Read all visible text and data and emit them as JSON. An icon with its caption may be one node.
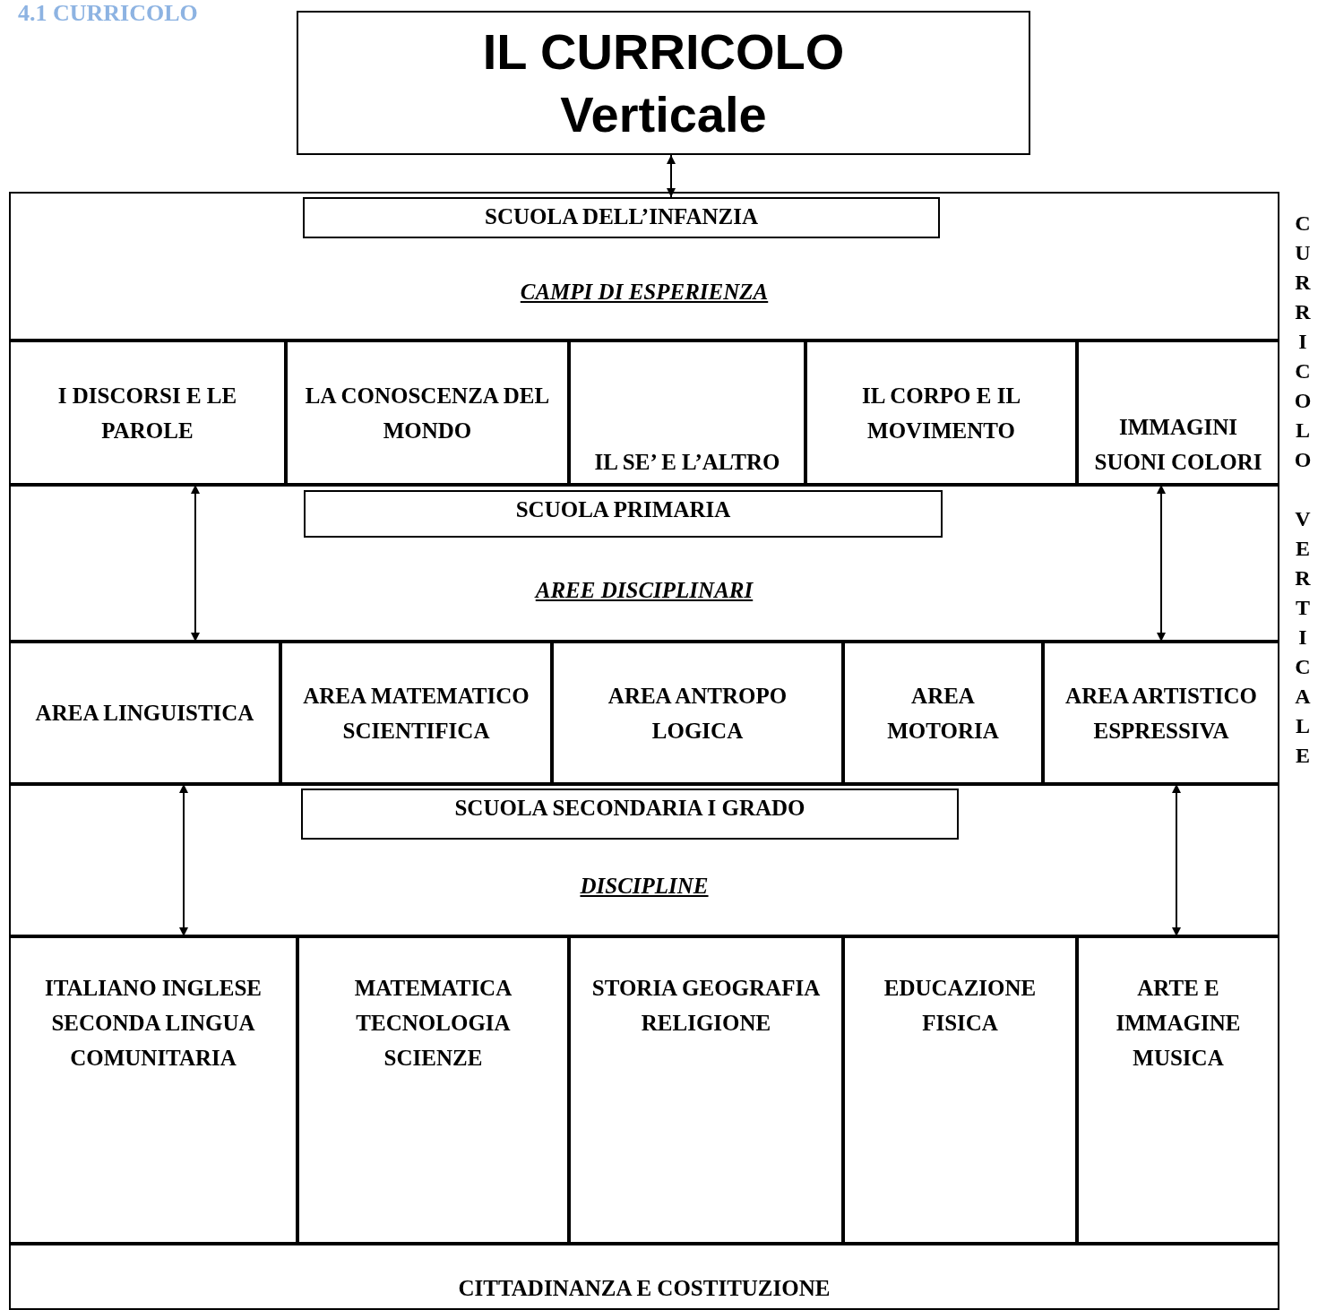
{
  "diagram": {
    "title": "4.1 CURRICOLO",
    "nodes": [
      {
        "text": [
          "IL CURRICOLO Verticale"
        ]
      },
      {
        "text": [
          "CAMPI DI ESPERIENZA"
        ]
      },
      {
        "text": [
          "SCUOLA DELL’INFANZIA"
        ],
        "in": 1
      },
      {
        "text": [
          "I DISCORSI E LE PAROLE"
        ]
      },
      {
        "text": [
          "LA CONOSCENZA DEL MONDO"
        ]
      },
      {
        "text": [
          "IL SE’ E L’ALTRO"
        ]
      },
      {
        "text": [
          "IL CORPO E IL MOVIMENTO"
        ]
      },
      {
        "text": [
          "IMMAGINI SUONI COLORI"
        ]
      },
      {
        "text": [
          "AREE DISCIPLINARI"
        ]
      },
      {
        "text": [
          "SCUOLA PRIMARIA"
        ],
        "in": 8
      },
      {
        "text": [
          "AREA LINGUISTICA"
        ]
      },
      {
        "text": [
          "AREA MATEMATICO SCIENTIFICA"
        ]
      },
      {
        "text": [
          "AREA ANTROPO LOGICA"
        ]
      },
      {
        "text": [
          "AREA MOTORIA"
        ]
      },
      {
        "text": [
          "AREA ARTISTICO ESPRESSIVA"
        ]
      },
      {
        "text": [
          "DISCIPLINE"
        ]
      },
      {
        "text": [
          "SCUOLA SECONDARIA I GRADO"
        ],
        "in": 15
      },
      {
        "text": [
          "ITALIANO INGLESE SECONDA LINGUA COMUNITARIA"
        ]
      },
      {
        "text": [
          "MATEMATICA TECNOLOGIA SCIENZE"
        ]
      },
      {
        "text": [
          "STORIA GEOGRAFIA RELIGIONE"
        ]
      },
      {
        "text": [
          "EDUCAZIONE FISICA"
        ]
      },
      {
        "text": [
          "ARTE E IMMAGINE MUSICA"
        ]
      },
      {
        "text": [
          "CITTADINANZA E COSTITUZIONE"
        ]
      }
    ],
    "edges": [
      {
        "from": 0,
        "to": 2,
        "arrow": "both"
      },
      {
        "from": 3,
        "to": 10,
        "arrow": "both"
      },
      {
        "from": 7,
        "to": 14,
        "arrow": "both"
      },
      {
        "from": 10,
        "to": 17,
        "arrow": "both"
      },
      {
        "from": 14,
        "to": 21,
        "arrow": "both"
      }
    ],
    "labels": [
      "CURRICOLO VERTICALE"
    ]
  }
}
